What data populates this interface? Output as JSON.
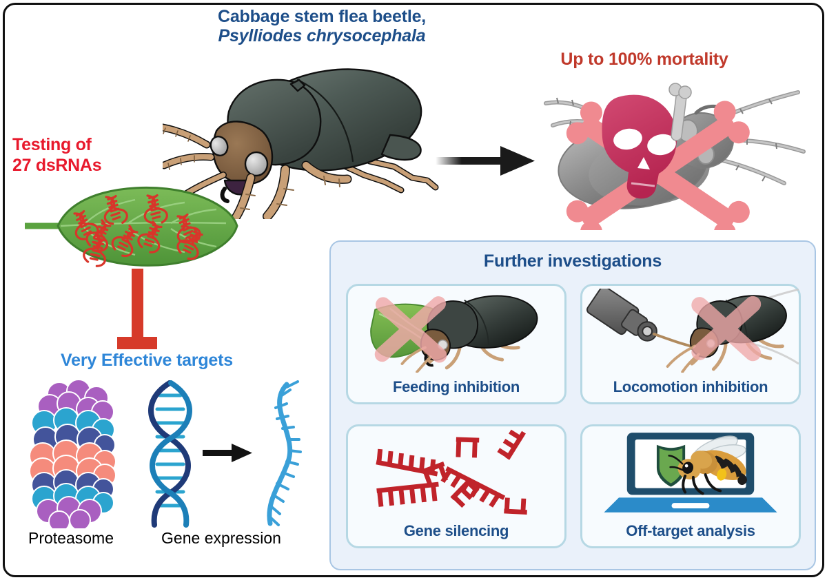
{
  "figure": {
    "kind": "graphical-abstract",
    "border_color": "#101010",
    "background": "#ffffff"
  },
  "header": {
    "title_line1": "Cabbage stem flea beetle,",
    "title_line2": "Psylliodes chrysocephala",
    "title_color": "#1d4e89"
  },
  "left_flow": {
    "testing_label": "Testing of\n27 dsRNAs",
    "testing_line1": "Testing of",
    "testing_line2": "27 dsRNAs",
    "testing_color": "#e8192c",
    "leaf_name": "leaf-with-dsrna",
    "inhibition_symbol": "T-bar-inhibition",
    "inhibition_color": "#d63a2a",
    "targets_label": "Very Effective targets",
    "targets_color": "#2e86d8",
    "target_items": [
      {
        "label": "Proteasome",
        "icon": "proteasome-icon"
      },
      {
        "label": "Gene expression",
        "icon": "dna-transcription-icon"
      }
    ]
  },
  "outcome": {
    "mortality_label": "Up to 100% mortality",
    "mortality_color": "#c0392b",
    "mortality_percent": 100,
    "icon": "dead-beetle-skull-crossbones-icon",
    "skull_color": "#c9335d",
    "bones_color": "#f08a90",
    "arrow": "black-right-arrow"
  },
  "further_investigations": {
    "title": "Further investigations",
    "title_color": "#1d4e89",
    "panel_background": "#eaf1fa",
    "panel_border": "#a9c6e4",
    "cards": [
      {
        "label": "Feeding inhibition",
        "icon": "beetle-leaf-crossed-icon"
      },
      {
        "label": "Locomotion inhibition",
        "icon": "camera-beetle-crossed-icon"
      },
      {
        "label": "Gene silencing",
        "icon": "fragmented-rna-icon"
      },
      {
        "label": "Off-target analysis",
        "icon": "laptop-shield-bee-icon"
      }
    ]
  },
  "palette": {
    "dark_blue": "#1d4e89",
    "light_blue": "#2e86d8",
    "red": "#e8192c",
    "dark_red": "#c0392b",
    "leaf_green": "#63a84a",
    "beetle_body": "#4a5550",
    "beetle_head": "#8a6a4a",
    "beetle_leg": "#c9a077",
    "dead_beetle_gray": "#8e8e8e",
    "cross_pink": "#f0a9a9",
    "rna_red": "#c0232a",
    "shield_green": "#6aa84f",
    "laptop_blue": "#2b8bc9",
    "laptop_bezel": "#1f4d6b"
  }
}
